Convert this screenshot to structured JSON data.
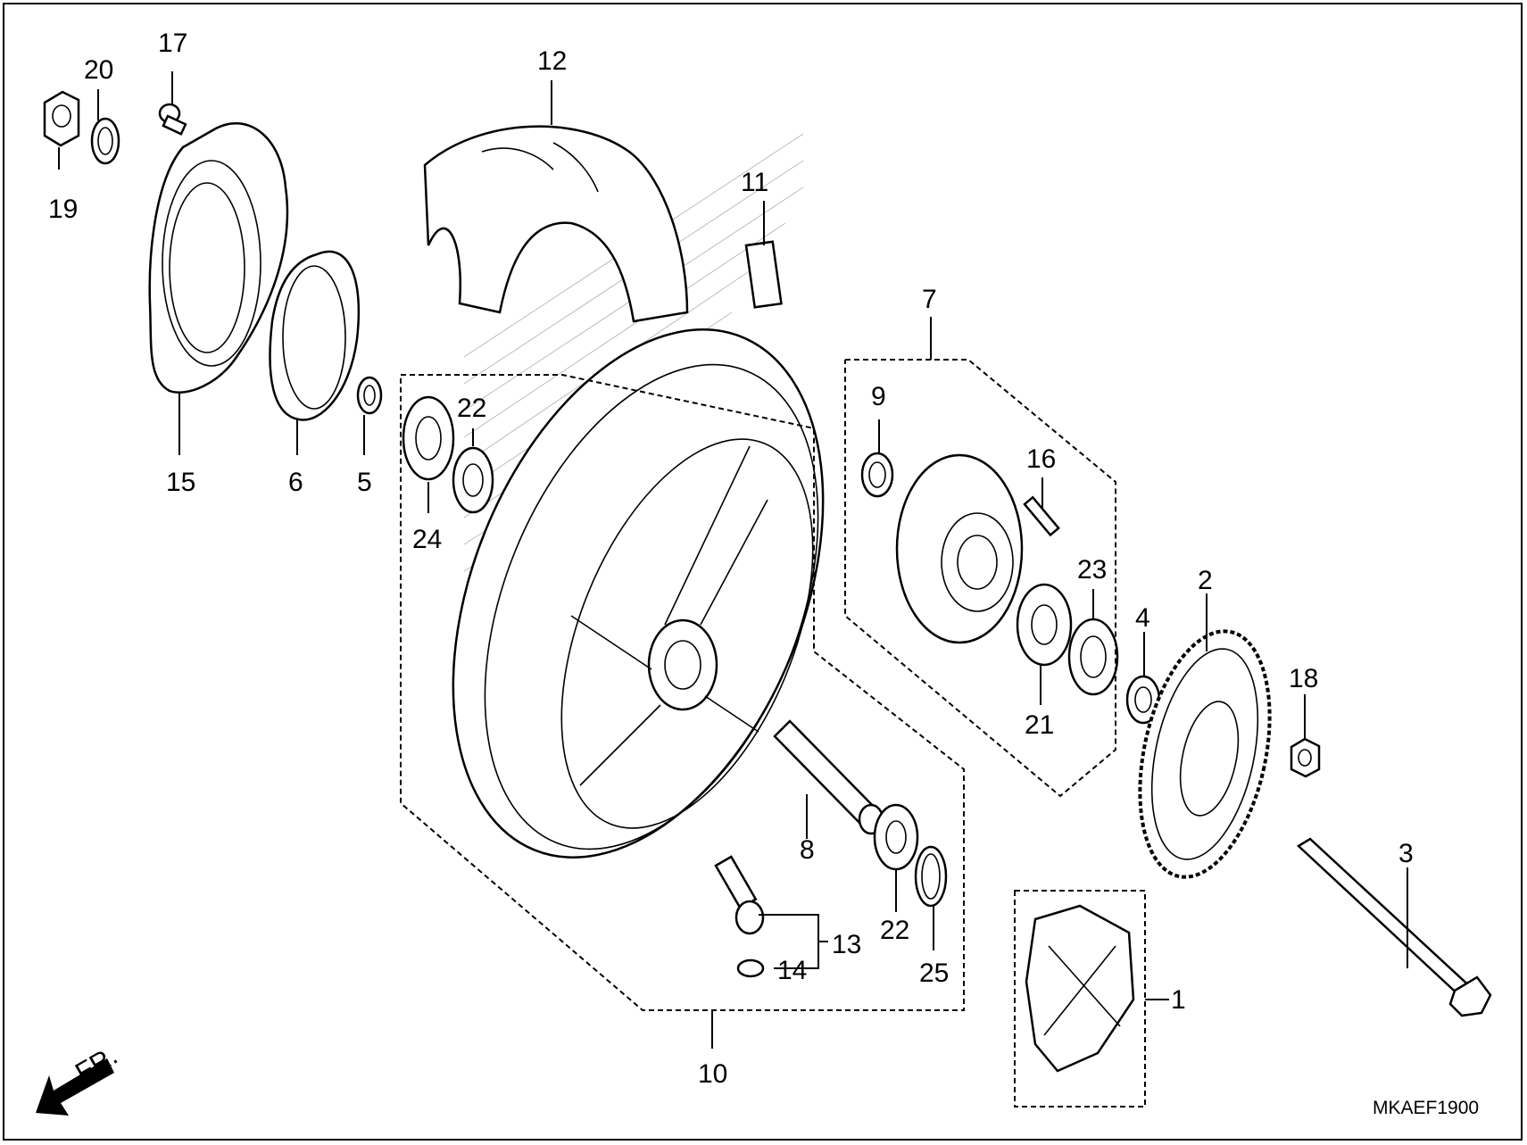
{
  "callouts": [
    {
      "id": "c1",
      "text": "1"
    },
    {
      "id": "c2",
      "text": "2"
    },
    {
      "id": "c3",
      "text": "3"
    },
    {
      "id": "c4",
      "text": "4"
    },
    {
      "id": "c5",
      "text": "5"
    },
    {
      "id": "c6",
      "text": "6"
    },
    {
      "id": "c7",
      "text": "7"
    },
    {
      "id": "c8",
      "text": "8"
    },
    {
      "id": "c9",
      "text": "9"
    },
    {
      "id": "c10",
      "text": "10"
    },
    {
      "id": "c11",
      "text": "11"
    },
    {
      "id": "c12",
      "text": "12"
    },
    {
      "id": "c13",
      "text": "13"
    },
    {
      "id": "c14",
      "text": "14"
    },
    {
      "id": "c15",
      "text": "15"
    },
    {
      "id": "c16",
      "text": "16"
    },
    {
      "id": "c17",
      "text": "17"
    },
    {
      "id": "c18",
      "text": "18"
    },
    {
      "id": "c19",
      "text": "19"
    },
    {
      "id": "c20",
      "text": "20"
    },
    {
      "id": "c21",
      "text": "21"
    },
    {
      "id": "c22a",
      "text": "22"
    },
    {
      "id": "c22b",
      "text": "22"
    },
    {
      "id": "c23",
      "text": "23"
    },
    {
      "id": "c24",
      "text": "24"
    },
    {
      "id": "c25",
      "text": "25"
    }
  ],
  "direction_label": "FR.",
  "diagram_code": "MKAEF1900"
}
